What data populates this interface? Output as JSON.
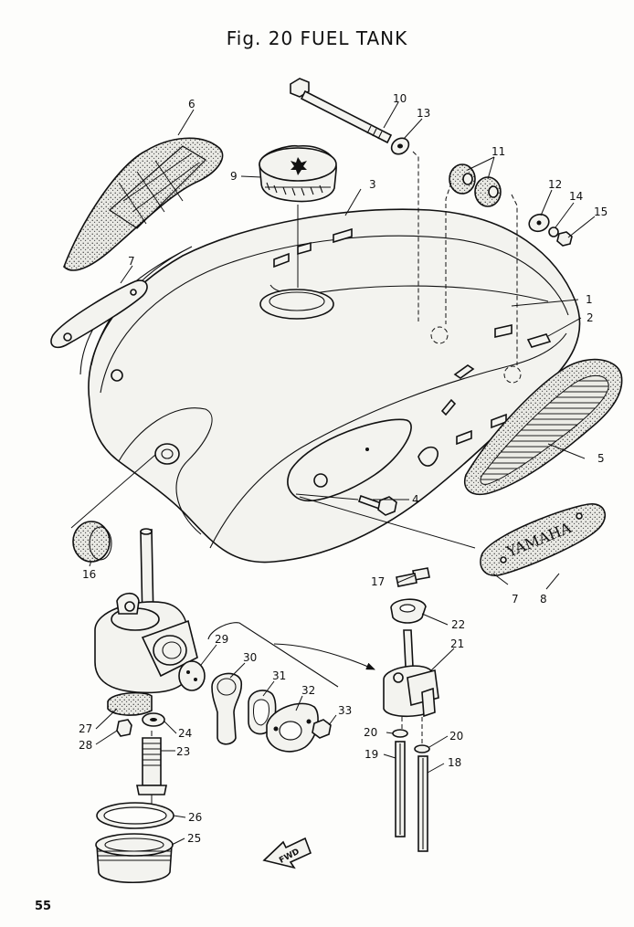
{
  "title": "Fig. 20 FUEL TANK",
  "page_number": "55",
  "emblem_text": "YAMAHA",
  "fwd_label": "FWD",
  "callouts": {
    "c1": "1",
    "c2": "2",
    "c3": "3",
    "c4": "4",
    "c5": "5",
    "c6": "6",
    "c7a": "7",
    "c7b": "7",
    "c8": "8",
    "c9": "9",
    "c10": "10",
    "c11": "11",
    "c12": "12",
    "c13": "13",
    "c14": "14",
    "c15": "15",
    "c16": "16",
    "c17": "17",
    "c18": "18",
    "c19": "19",
    "c20a": "20",
    "c20b": "20",
    "c21": "21",
    "c22": "22",
    "c23": "23",
    "c24": "24",
    "c25": "25",
    "c26": "26",
    "c27": "27",
    "c28": "28",
    "c29": "29",
    "c30": "30",
    "c31": "31",
    "c32": "32",
    "c33": "33"
  }
}
